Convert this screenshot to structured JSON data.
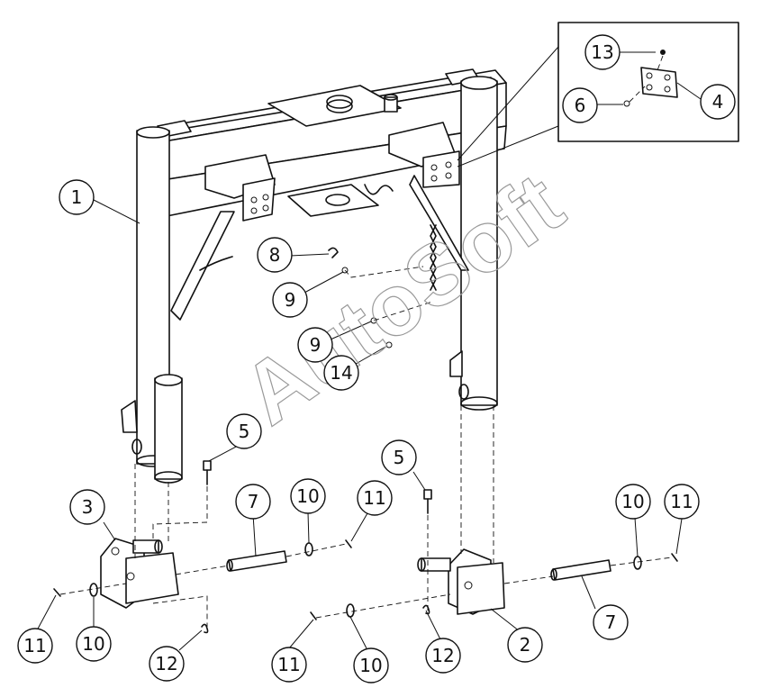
{
  "watermark": "AutoSoft",
  "callouts": [
    {
      "id": "c1",
      "label": "1"
    },
    {
      "id": "c2",
      "label": "2"
    },
    {
      "id": "c3",
      "label": "3"
    },
    {
      "id": "c4",
      "label": "4"
    },
    {
      "id": "c5a",
      "label": "5"
    },
    {
      "id": "c5b",
      "label": "5"
    },
    {
      "id": "c6",
      "label": "6"
    },
    {
      "id": "c7a",
      "label": "7"
    },
    {
      "id": "c7b",
      "label": "7"
    },
    {
      "id": "c8",
      "label": "8"
    },
    {
      "id": "c9a",
      "label": "9"
    },
    {
      "id": "c9b",
      "label": "9"
    },
    {
      "id": "c10a",
      "label": "10"
    },
    {
      "id": "c10b",
      "label": "10"
    },
    {
      "id": "c10c",
      "label": "10"
    },
    {
      "id": "c10d",
      "label": "10"
    },
    {
      "id": "c11a",
      "label": "11"
    },
    {
      "id": "c11b",
      "label": "11"
    },
    {
      "id": "c11c",
      "label": "11"
    },
    {
      "id": "c11d",
      "label": "11"
    },
    {
      "id": "c12a",
      "label": "12"
    },
    {
      "id": "c12b",
      "label": "12"
    },
    {
      "id": "c13",
      "label": "13"
    },
    {
      "id": "c14",
      "label": "14"
    }
  ]
}
